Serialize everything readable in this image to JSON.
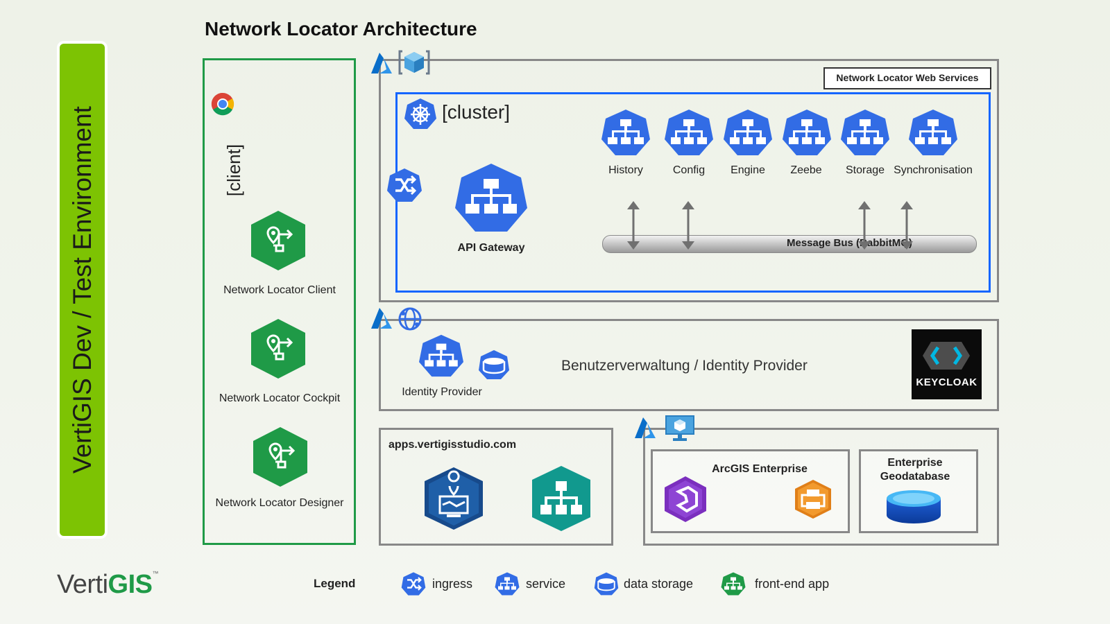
{
  "banner": {
    "text": "VertiGIS Dev / Test Environment"
  },
  "title": "Network Locator Architecture",
  "client": {
    "label": "[client]",
    "apps": [
      "Network Locator Client",
      "Network Locator Cockpit",
      "Network Locator Designer"
    ]
  },
  "web_services": {
    "label": "Network Locator Web Services",
    "cluster_label": "[cluster]",
    "gateway": "API Gateway",
    "services": [
      "History",
      "Config",
      "Engine",
      "Zeebe",
      "Storage",
      "Synchronisation"
    ],
    "bus": "Message Bus (RabbitMQ)"
  },
  "identity": {
    "service": "Identity Provider",
    "description": "Benutzerverwaltung / Identity Provider",
    "keycloak": "KEYCLOAK"
  },
  "apps_box": {
    "label": "apps.vertigisstudio.com"
  },
  "arcgis": {
    "label": "ArcGIS Enterprise"
  },
  "egdb": {
    "label": "Enterprise Geodatabase"
  },
  "legend": {
    "title": "Legend",
    "items": [
      "ingress",
      "service",
      "data storage",
      "front-end app"
    ]
  },
  "logo": {
    "verti": "Verti",
    "gis": "GIS",
    "tm": "™"
  },
  "colors": {
    "banner": "#7dc303",
    "client_border": "#1f9a47",
    "cluster_border": "#1565ff",
    "service_blue": "#3277e4",
    "frontend_green": "#1f9a47",
    "teal": "#11998e",
    "navy": "#174a8b"
  }
}
